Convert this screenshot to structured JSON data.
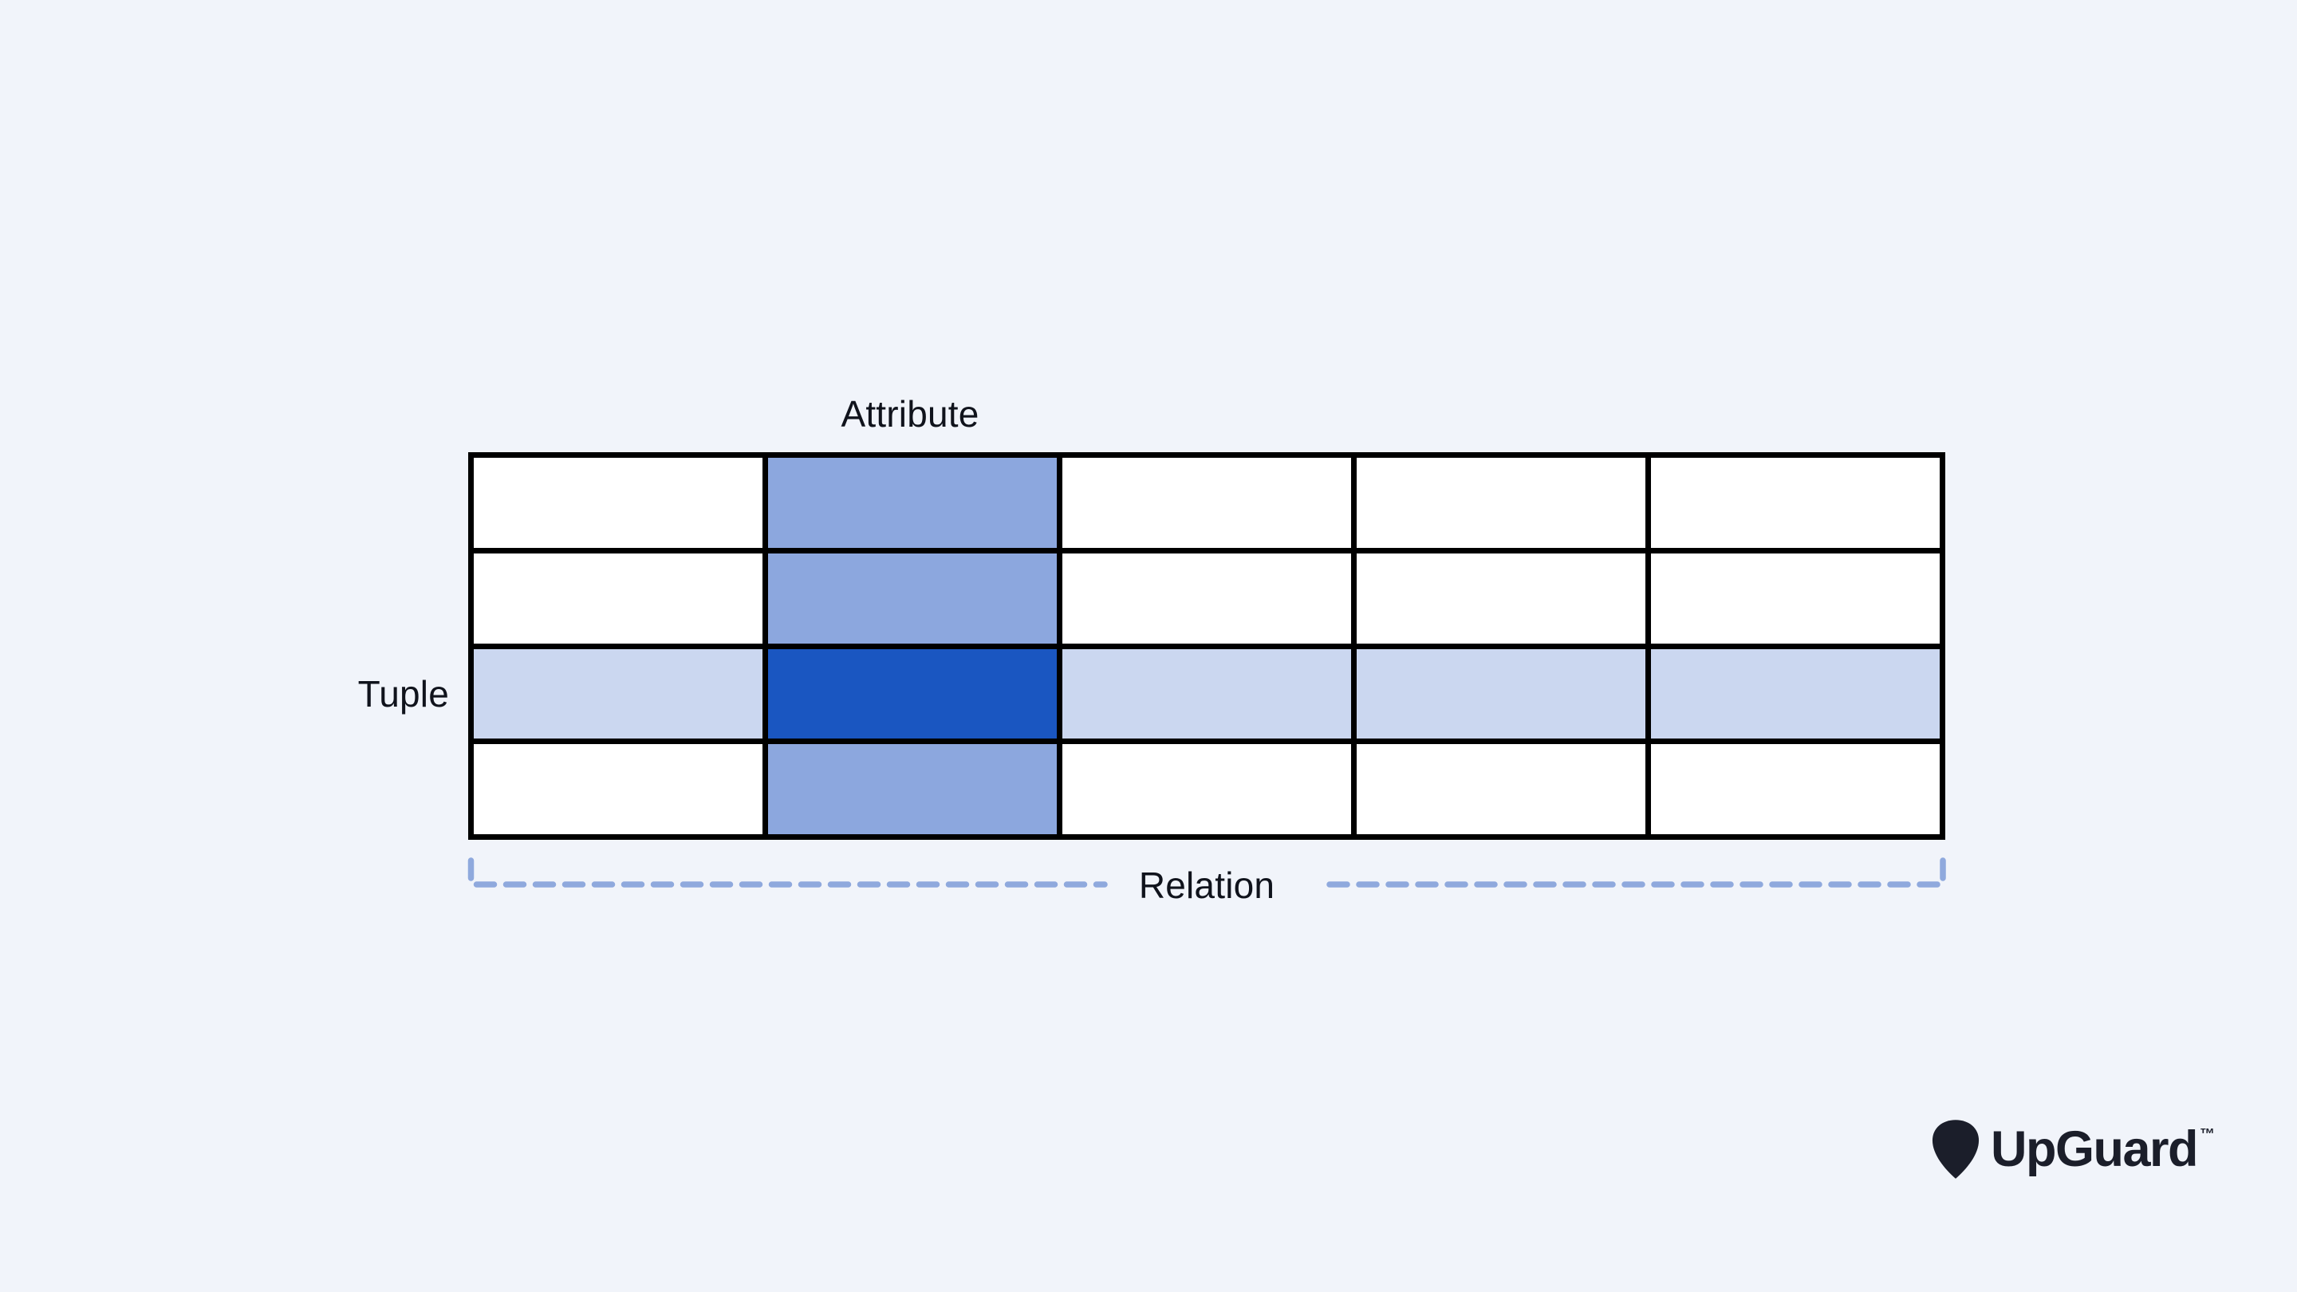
{
  "colors": {
    "bg": "#F1F4FA",
    "grid-border": "#000000",
    "cell-white": "#FFFFFF",
    "cell-column": "#8CA7DE",
    "cell-row": "#CBD7F0",
    "cell-intersection": "#1A56C1",
    "dash": "#8FA9DD",
    "label-text": "#10131C",
    "logo": "#1B1E2A"
  },
  "labels": {
    "attribute": "Attribute",
    "tuple": "Tuple",
    "relation": "Relation"
  },
  "grid": {
    "columns": 5,
    "rows": 4,
    "highlighted_column_index": 1,
    "highlighted_row_index": 2
  },
  "logo": {
    "wordmark": "UpGuard",
    "trademark": "™"
  }
}
